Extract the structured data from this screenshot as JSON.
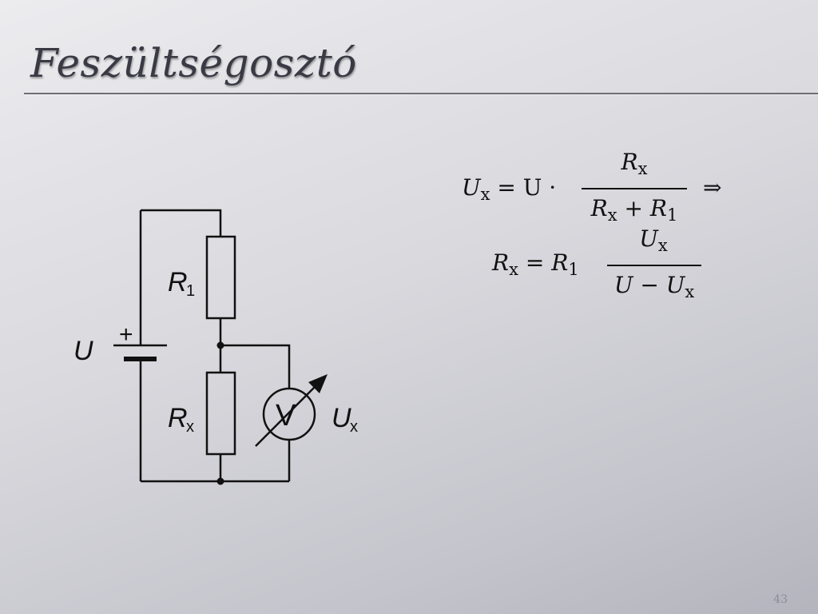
{
  "slide": {
    "title": "Feszültségosztó",
    "page_number": "43"
  },
  "circuit": {
    "source_label": "U",
    "source_polarity": "+",
    "r1_label": "R",
    "r1_sub": "1",
    "rx_label": "R",
    "rx_sub": "x",
    "meter_symbol": "V",
    "ux_label": "U",
    "ux_sub": "x"
  },
  "formulas": {
    "f1_lhs_sym": "U",
    "f1_lhs_sub": "x",
    "f1_mid": "= U ·",
    "f1_num_sym": "R",
    "f1_num_sub": "x",
    "f1_den_a_sym": "R",
    "f1_den_a_sub": "x",
    "f1_den_plus": "+",
    "f1_den_b_sym": "R",
    "f1_den_b_sub": "1",
    "implies": "⇒",
    "f2_lhs_sym": "R",
    "f2_lhs_sub": "x",
    "f2_eq": "=",
    "f2_r1_sym": "R",
    "f2_r1_sub": "1",
    "f2_num_sym": "U",
    "f2_num_sub": "x",
    "f2_den_u": "U",
    "f2_den_minus": "−",
    "f2_den_ux_sym": "U",
    "f2_den_ux_sub": "x"
  },
  "colors": {
    "ink": "#111111",
    "title": "#3a3a45",
    "rule": "#6e6e74"
  }
}
